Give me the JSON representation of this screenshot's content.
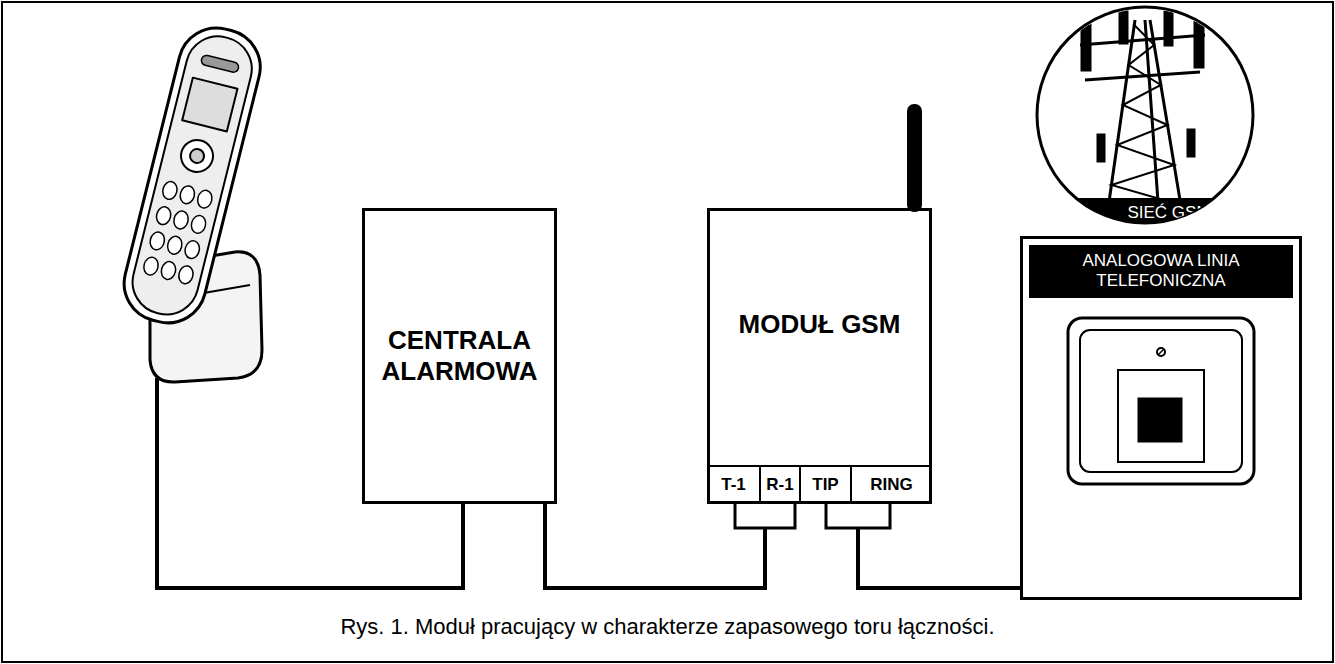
{
  "diagram": {
    "caption": "Rys. 1. Moduł pracujący w charakterze zapasowego toru łączności.",
    "nodes": [
      {
        "text": [
          "CENTRALA ALARMOWA"
        ]
      },
      {
        "text": [
          "MODUŁ GSM"
        ]
      },
      {
        "text": [
          "SIEĆ GSM"
        ]
      },
      {
        "text": [
          "ANALOGOWA LINIA TELEFONICZNA"
        ]
      }
    ],
    "edges": [
      {
        "from": 0,
        "to": 1,
        "arrow": "none"
      },
      {
        "from": 1,
        "to": 3,
        "arrow": "none"
      }
    ],
    "labels": [
      "T-1",
      "R-1",
      "TIP",
      "RING"
    ]
  }
}
